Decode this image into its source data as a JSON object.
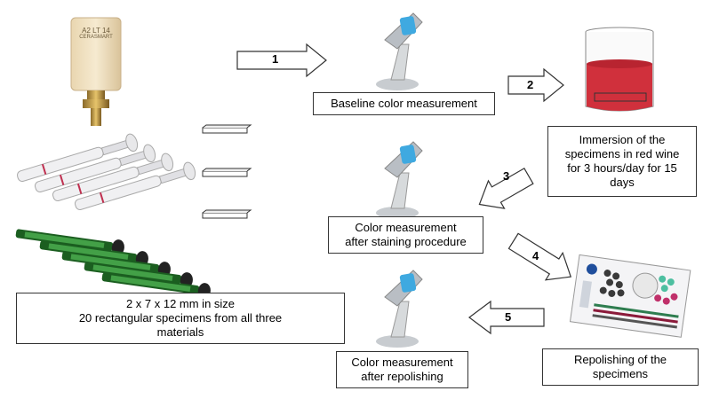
{
  "steps": {
    "specimens": {
      "lines": [
        "2 x 7 x 12 mm in size",
        "20 rectangular specimens from all three",
        "materials"
      ]
    },
    "baseline": {
      "lines": [
        "Baseline color measurement"
      ]
    },
    "immersion": {
      "lines": [
        "Immersion of the",
        "specimens in red wine",
        "for 3 hours/day for 15",
        "days"
      ]
    },
    "staining": {
      "lines": [
        "Color measurement",
        "after staining procedure"
      ]
    },
    "repolishing": {
      "lines": [
        "Repolishing of the",
        "specimens"
      ]
    },
    "after_repolish": {
      "lines": [
        "Color measurement",
        "after repolishing"
      ]
    }
  },
  "arrows": [
    "1",
    "2",
    "3",
    "4",
    "5"
  ],
  "block_label": [
    "A2 LT 14",
    "CERASMART"
  ],
  "colors": {
    "wine": "#d0303c",
    "arrow_fill": "#ffffff",
    "stroke": "#333333"
  }
}
